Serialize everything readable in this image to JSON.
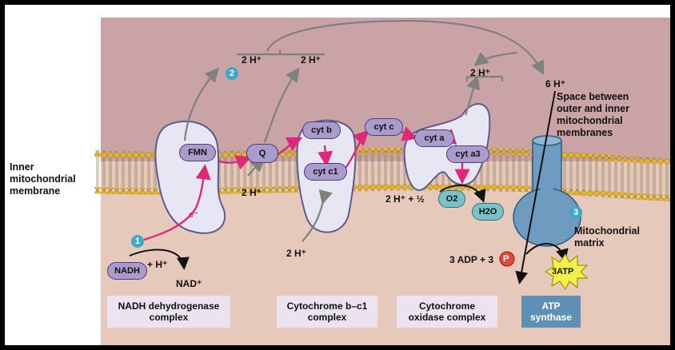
{
  "side_labels": {
    "membrane": [
      "Inner",
      "mitochondrial",
      "membrane"
    ],
    "space": [
      "Space between",
      "outer and inner",
      "mitochondrial",
      "membranes"
    ],
    "matrix": [
      "Mitochondrial",
      "matrix"
    ]
  },
  "steps": [
    "1",
    "2",
    "3"
  ],
  "carriers": {
    "fmn": "FMN",
    "q": "Q",
    "cyt_b": "cyt b",
    "cyt_c1": "cyt c1",
    "cyt_c": "cyt c",
    "cyt_a": "cyt a",
    "cyt_a3": "cyt a3",
    "nadh": "NADH"
  },
  "molecules": {
    "o2": "O2",
    "h2o": "H2O",
    "pi": "P",
    "atp": "3ATP",
    "electron": "e⁻"
  },
  "proton_labels": {
    "h_top_left": "2 H⁺",
    "h_top_mid": "2 H⁺",
    "h_top_right": "2 H⁺",
    "h_six": "6 H⁺",
    "h_q_below": "2 H⁺",
    "h_bc1_below": "2 H⁺",
    "nadh_plus": "+ H⁺",
    "nad": "NAD⁺",
    "oxygen_eq": "2 H⁺ + ½",
    "adp": "3 ADP + 3"
  },
  "captions": {
    "complex1": [
      "NADH dehydrogenase",
      "complex"
    ],
    "complex2": [
      "Cytochrome b–c1",
      "complex"
    ],
    "complex3": [
      "Cytochrome",
      "oxidase complex"
    ],
    "complex4": [
      "ATP",
      "synthase"
    ]
  },
  "colors": {
    "intermembrane": "#c9a3a5",
    "matrix": "#e6c9bb",
    "protein": "#e7e6f3",
    "protein_edge": "#5e5a8e",
    "electron_path": "#e0287a",
    "proton_arrow": "#808080",
    "lipid_head": "#e3b32a",
    "atp_synthase": "#6d9cc0"
  }
}
